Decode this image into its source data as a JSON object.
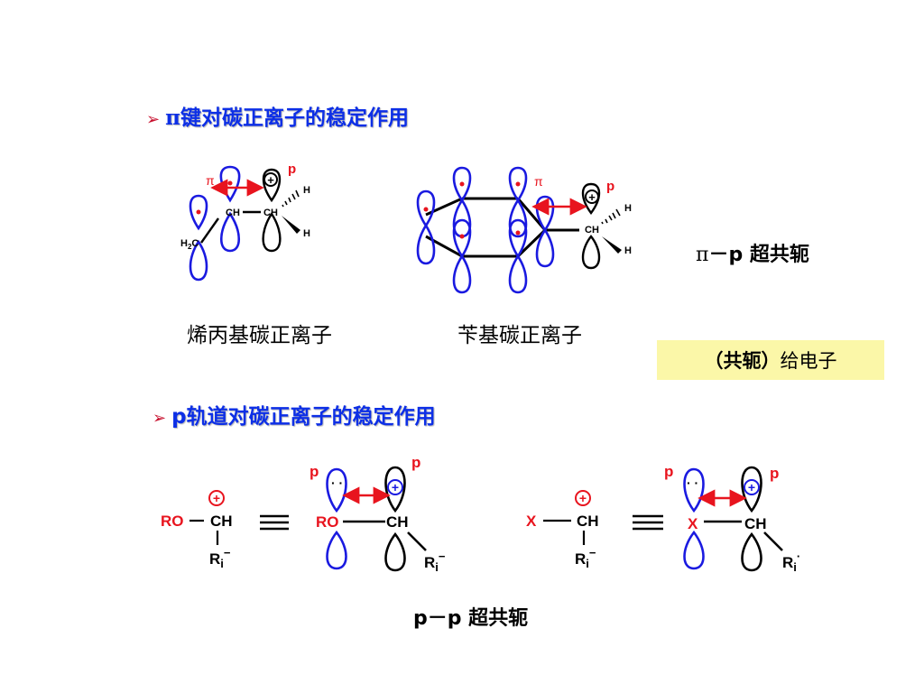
{
  "section1": {
    "heading_symbol": "π",
    "heading": "键对碳正离子的稳定作用"
  },
  "section2": {
    "heading_symbol": "p",
    "heading": "轨道对碳正离子的稳定作用"
  },
  "bullet_glyph": "➢",
  "allyl": {
    "caption": "烯丙基碳正离子",
    "label_pi": "π",
    "label_p": "p",
    "atom_ch_left": "CH",
    "atom_ch_right": "CH",
    "atom_h2": "H",
    "atom_2": "2",
    "atom_c": "C",
    "atom_h_top": "H",
    "atom_h_bottom": "H"
  },
  "benzyl": {
    "caption": "苄基碳正离子",
    "label_pi": "π",
    "label_p": "p",
    "atom_ch": "CH",
    "atom_h_top": "H",
    "atom_h_bottom": "H"
  },
  "pi_p_label": {
    "symbol": "π",
    "rest": "－p 超共轭"
  },
  "donor_box": {
    "part1": "（共轭）",
    "part2": "给电子"
  },
  "ro_example": {
    "plus": "+",
    "ro": "RO",
    "ch": "CH",
    "ri_main": "R",
    "ri_sub": "i",
    "ri_sup": "−",
    "equiv": "≡",
    "p_left": "p",
    "p_right": "p",
    "lone_pair": "· ·",
    "ro2": "RO",
    "ch2": "CH",
    "ri2_main": "R",
    "ri2_sub": "i",
    "ri2_sup": "−"
  },
  "x_example": {
    "plus": "+",
    "x": "X",
    "ch": "CH",
    "ri_main": "R",
    "ri_sub": "i",
    "ri_sup": "−",
    "equiv": "≡",
    "p_left": "p",
    "p_right": "p",
    "lone_pair": "· ·",
    "x2": "X",
    "ch2": "CH",
    "ri2_main": "R",
    "ri2_sub": "i",
    "ri2_sup": "·"
  },
  "pp_label": "p－p 超共轭",
  "colors": {
    "heading": "#0d2fe6",
    "orbital": "#1a1ae0",
    "arrow": "#e8141e",
    "dot": "#e8141e",
    "box_fill": "#fbf7a8",
    "bullet": "#c8102e"
  }
}
